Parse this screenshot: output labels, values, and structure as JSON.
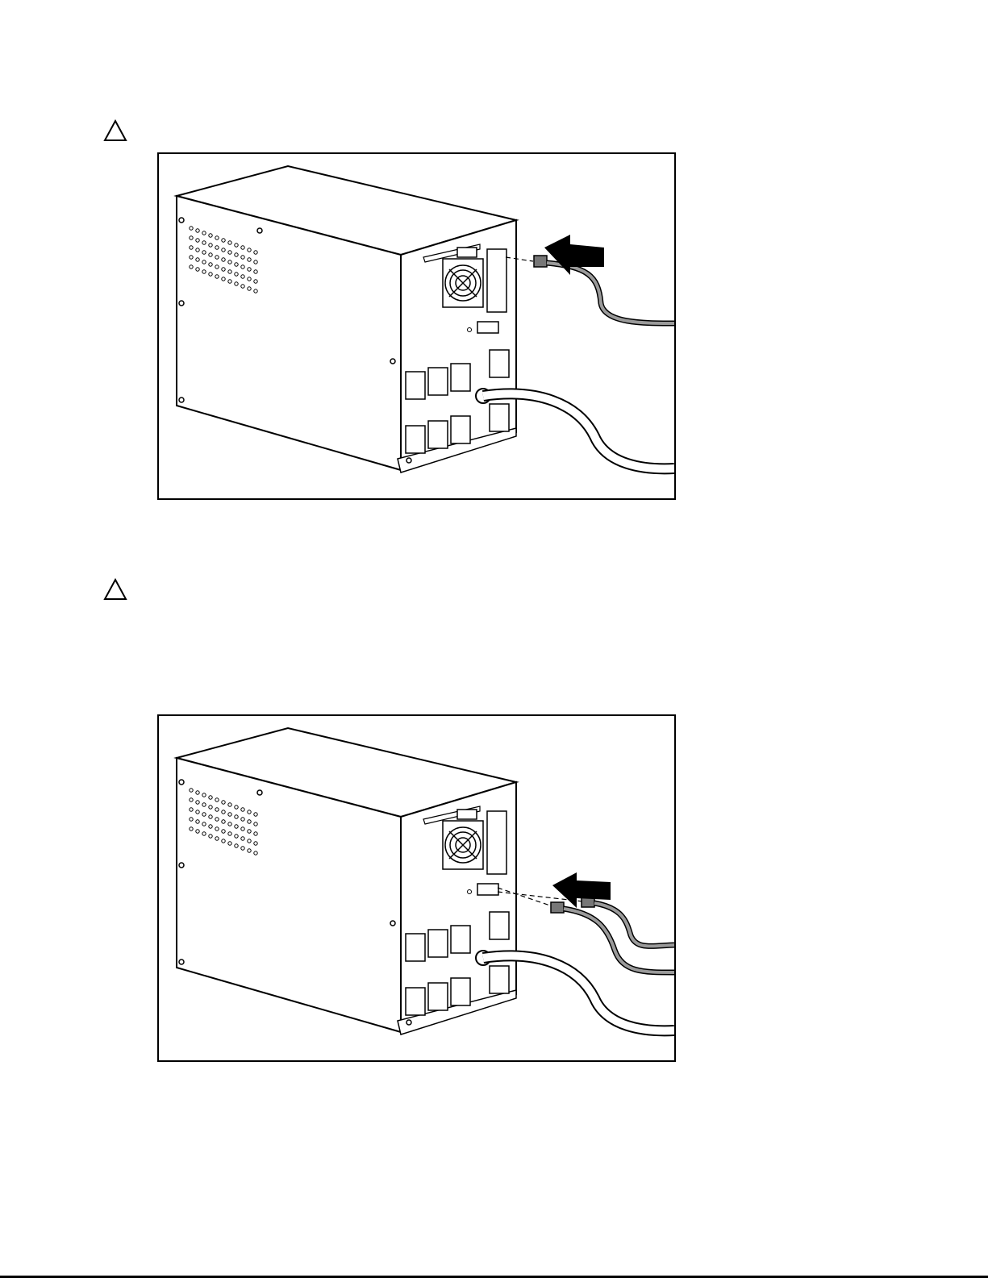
{
  "page": {
    "icons": [
      "caution-triangle-icon",
      "caution-triangle-icon"
    ],
    "figures": [
      {
        "name": "ups-rear-serial-cable-connection",
        "arrow": "insert-direction-arrow"
      },
      {
        "name": "ups-rear-network-cable-connection",
        "arrow": "insert-direction-arrow"
      }
    ],
    "colors": {
      "ink": "#000000",
      "cable": "#9a9a9a",
      "panel": "#ffffff"
    }
  }
}
